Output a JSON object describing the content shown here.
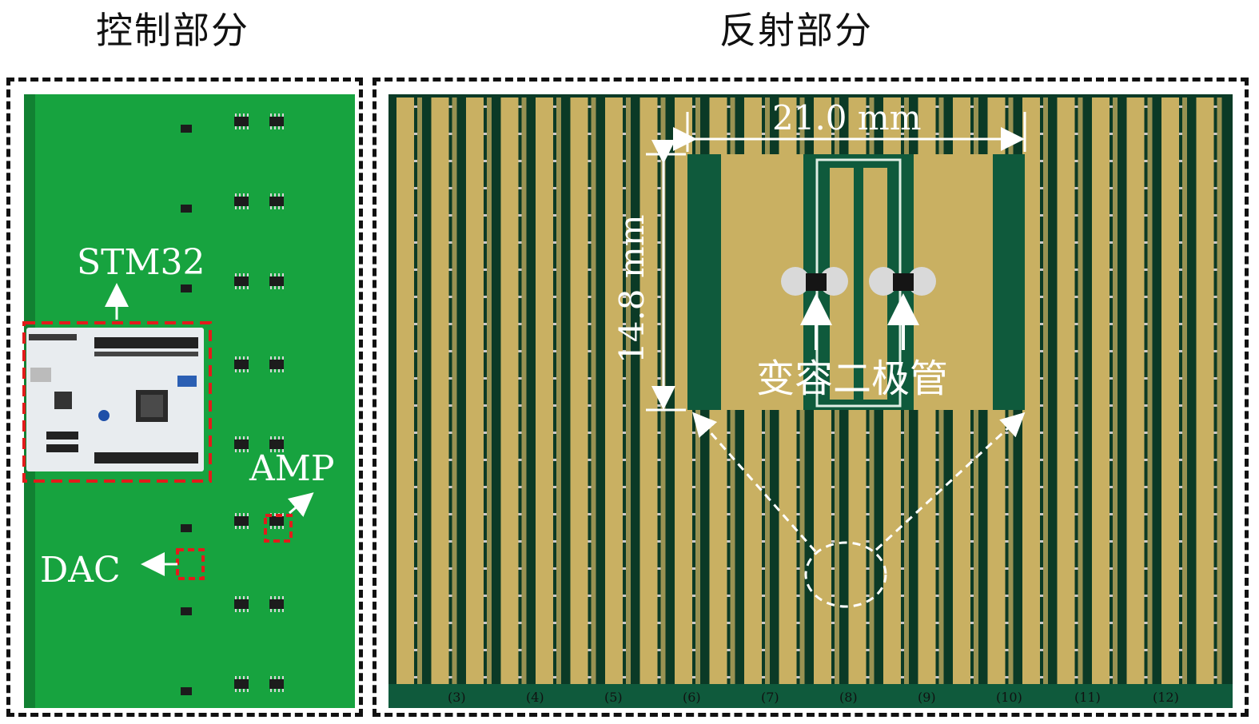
{
  "titles": {
    "left": "控制部分",
    "right": "反射部分"
  },
  "control": {
    "labels": {
      "stm32": "STM32",
      "amp": "AMP",
      "dac": "DAC"
    },
    "colors": {
      "pcb": "#17a33f",
      "highlight": "#e21b1b",
      "board": "#e8ecef"
    }
  },
  "reflect": {
    "labels": {
      "width": "21.0 mm",
      "height": "14.8 mm",
      "diode": "变容二极管"
    },
    "colors": {
      "gold": "#c9b062",
      "green": "#0f5a3c",
      "dark": "#0b3a26"
    },
    "footer_marks": [
      "(3)",
      "(4)",
      "(5)",
      "(6)",
      "(7)",
      "(8)",
      "(9)",
      "(10)",
      "(11)",
      "(12)"
    ]
  }
}
